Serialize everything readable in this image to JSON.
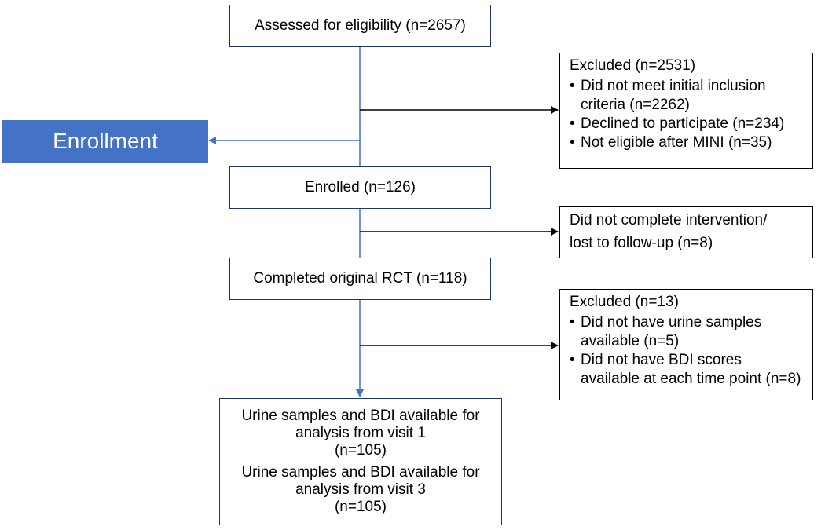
{
  "boxes": {
    "assessed": "Assessed for eligibility (n=2657)",
    "enrolled": "Enrolled (n=126)",
    "completed": "Completed original RCT (n=118)",
    "final": {
      "line1": "Urine samples and BDI available for",
      "line2": "analysis from visit 1",
      "line3": "(n=105)",
      "line4": "Urine samples and BDI available for",
      "line5": "analysis from visit 3",
      "line6": "(n=105)"
    }
  },
  "side": {
    "excluded1": {
      "header": "Excluded (n=2531)",
      "items": [
        "Did not meet initial inclusion criteria (n=2262)",
        "Declined to participate (n=234)",
        "Not eligible after MINI (n=35)"
      ]
    },
    "lost": {
      "line1": "Did not complete intervention/",
      "line2": "lost to follow-up (n=8)"
    },
    "excluded2": {
      "header": "Excluded (n=13)",
      "items": [
        "Did not have urine samples available (n=5)",
        "Did not have BDI scores available at each time point (n=8)"
      ]
    }
  },
  "stage_label": "Enrollment",
  "colors": {
    "blue_line": "#4472c4",
    "box_border": "#1f3864",
    "stage_fill": "#4472c4"
  }
}
